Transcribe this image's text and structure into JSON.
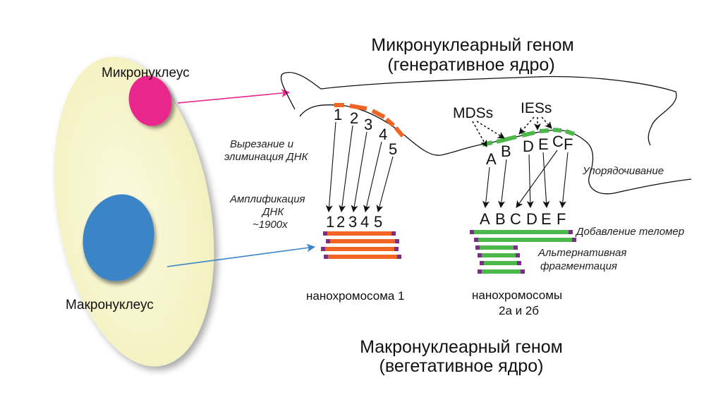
{
  "titles": {
    "micro_line1": "Микронуклеарный геном",
    "micro_line2": "(генеративное ядро)",
    "macro_line1": "Макронуклеарный геном",
    "macro_line2": "(вегетативное ядро)"
  },
  "cell": {
    "micronucleus_label": "Микронуклеус",
    "macronucleus_label": "Макронуклеус"
  },
  "annotations": {
    "excision_line1": "Вырезание и",
    "excision_line2": "элиминация ДНК",
    "amp_line1": "Амплификация",
    "amp_line2": "ДНК",
    "amp_line3": "~1900x",
    "ordering": "Упорядочивание",
    "telomeres": "Добавление теломер",
    "altfrag_line1": "Альтернативная",
    "altfrag_line2": "фрагментация",
    "mdss": "MDSs",
    "iess": "IESs"
  },
  "chromosome1": {
    "segments_top": [
      "1",
      "2",
      "3",
      "4",
      "5"
    ],
    "segments_bottom": [
      "1",
      "2",
      "3",
      "4",
      "5"
    ],
    "caption": "нанохромосома 1"
  },
  "chromosome2": {
    "segments_top": [
      "A",
      "B",
      "D",
      "E",
      "C",
      "F"
    ],
    "segments_bottom": [
      "A",
      "B",
      "C",
      "D",
      "E",
      "F"
    ],
    "caption_line1": "нанохромосомы",
    "caption_line2": "2а и 2б"
  },
  "colors": {
    "cell": "#f7f5c9",
    "micronucleus": "#e8278c",
    "macronucleus": "#3a85c6",
    "orange_segment": "#f06424",
    "green_segment": "#4cb84a",
    "telomere": "#7a2e86",
    "pink_arrow": "#e8278c",
    "blue_arrow": "#3a85c6"
  }
}
